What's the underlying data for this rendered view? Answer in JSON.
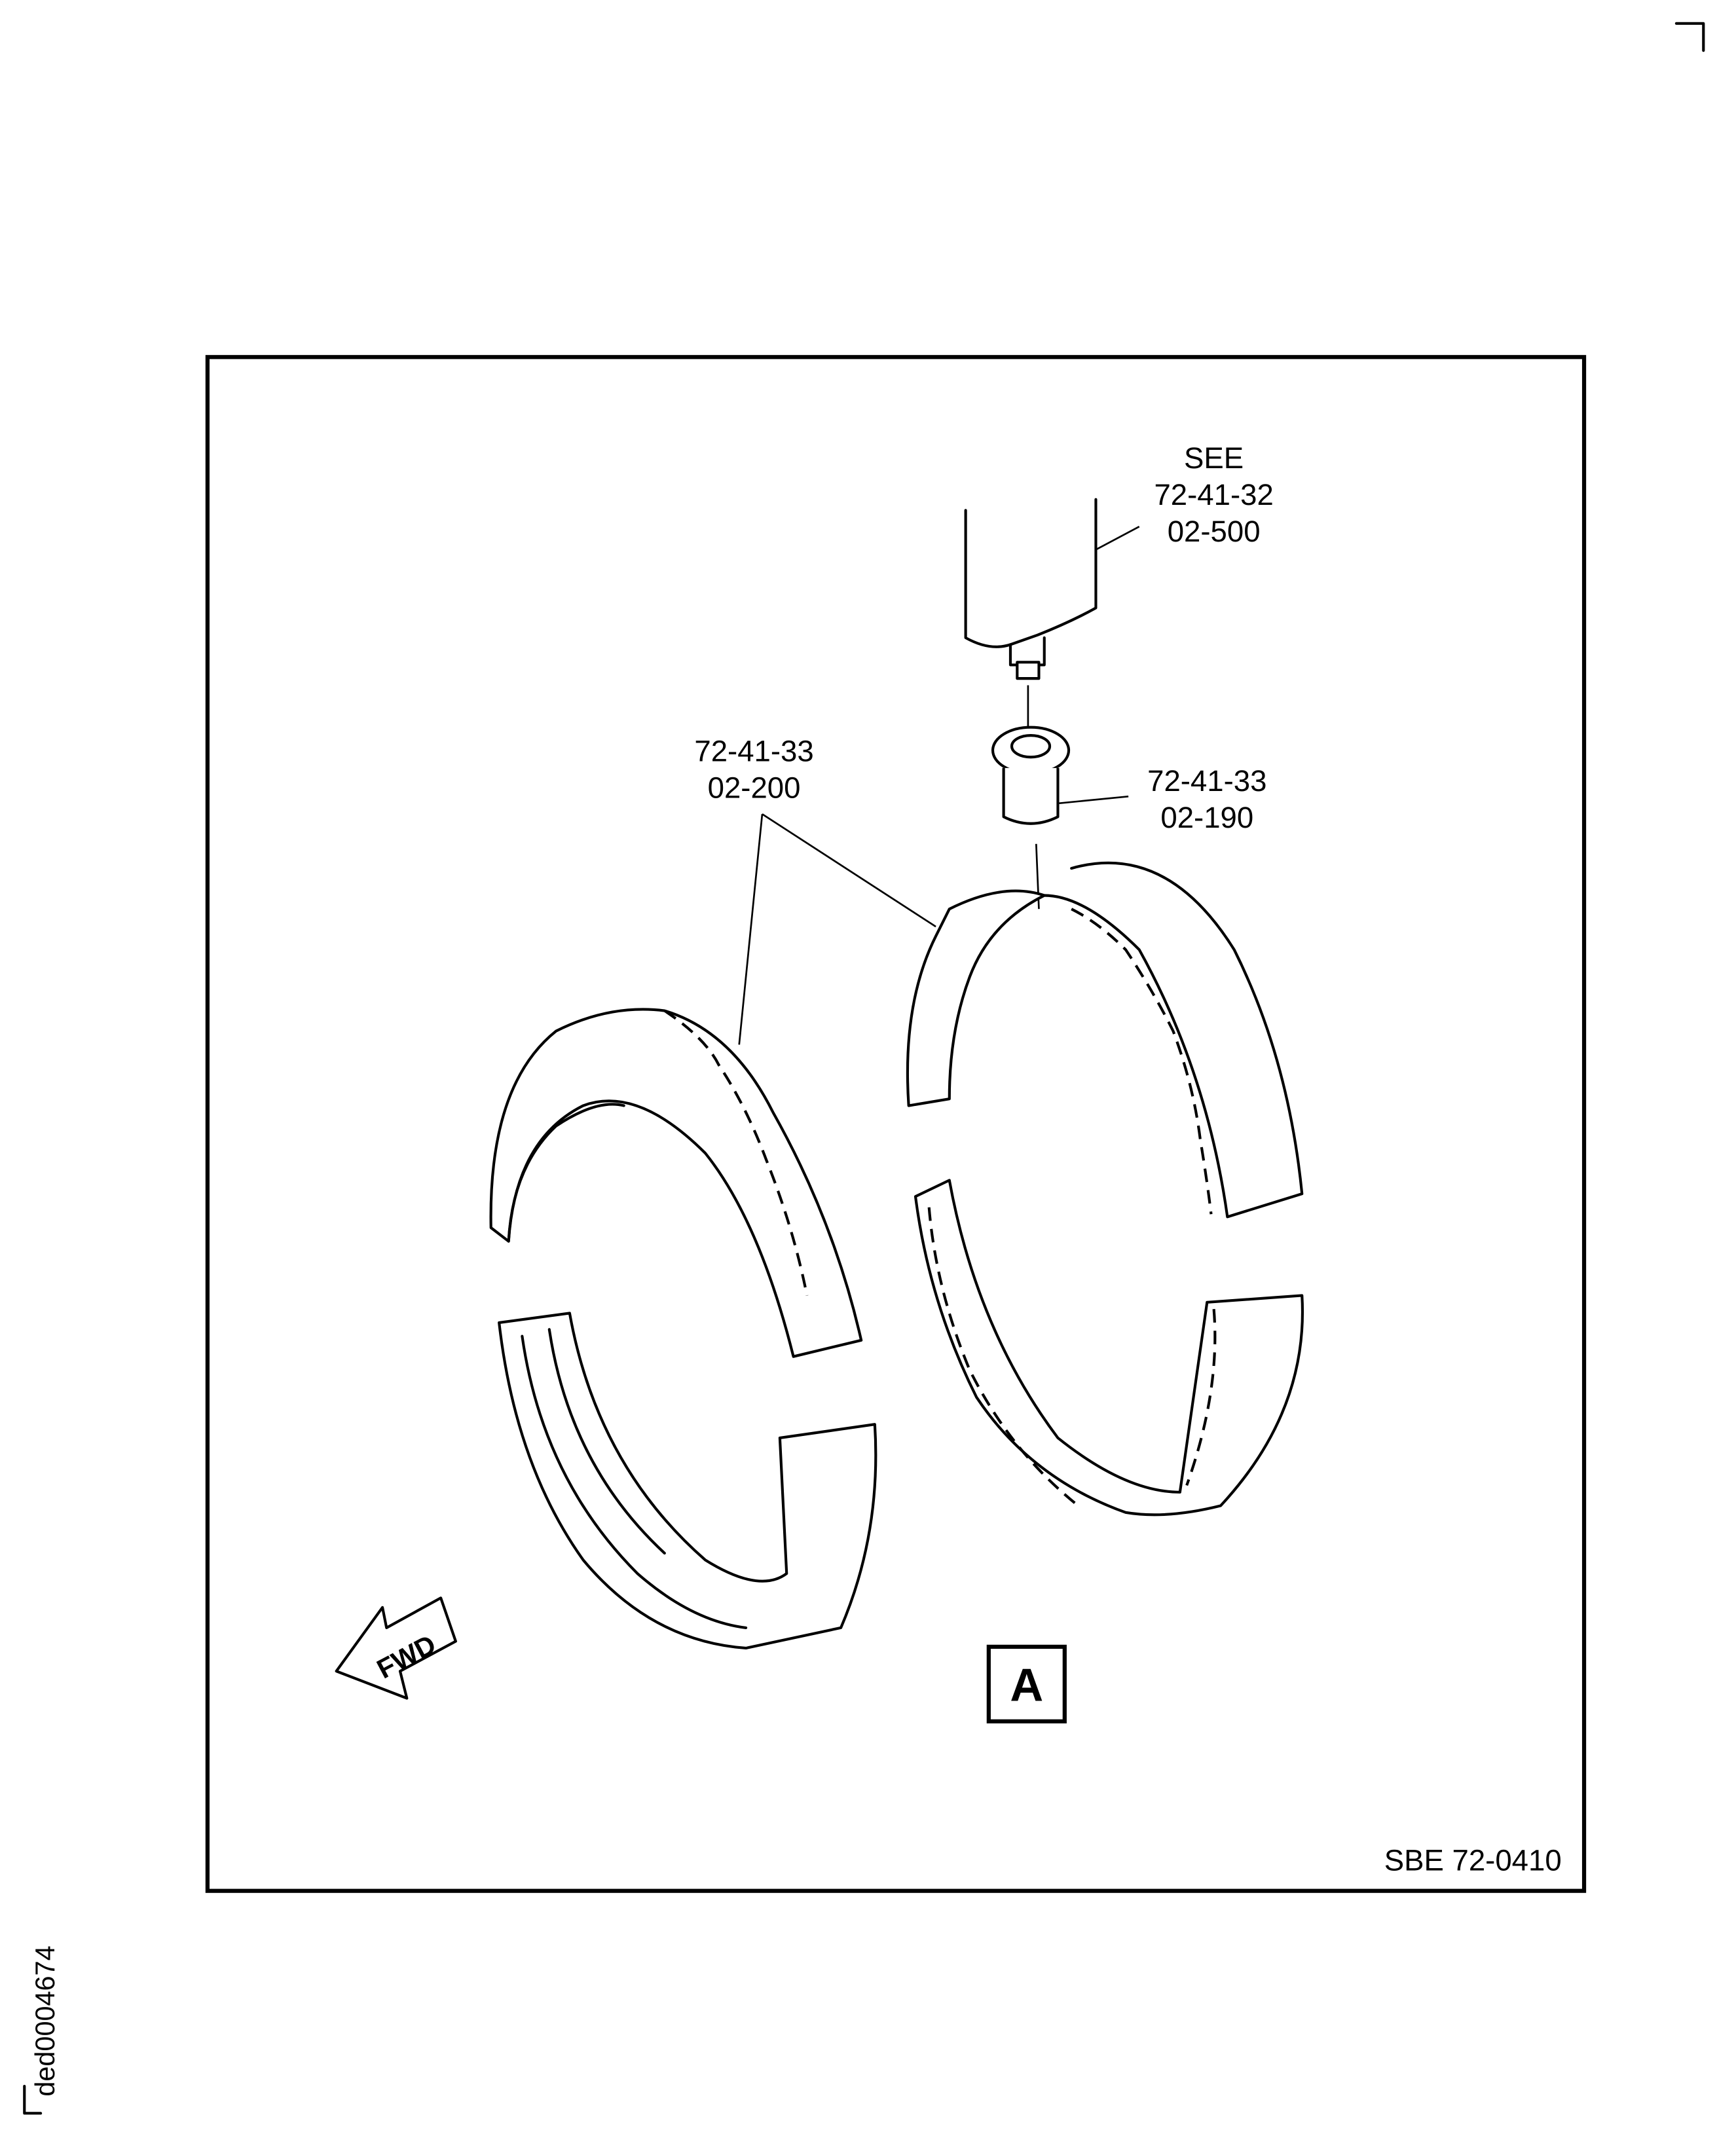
{
  "figure": {
    "callouts": [
      {
        "id": "see-ref",
        "lines": [
          "SEE",
          "72-41-32",
          "02-500"
        ]
      },
      {
        "id": "bushing",
        "lines": [
          "72-41-33",
          "02-190"
        ]
      },
      {
        "id": "segments",
        "lines": [
          "72-41-33",
          "02-200"
        ]
      }
    ],
    "view_label": "A",
    "fwd_arrow": "FWD",
    "figure_number": "SBE 72-0410",
    "document_id": "ded0004674"
  }
}
